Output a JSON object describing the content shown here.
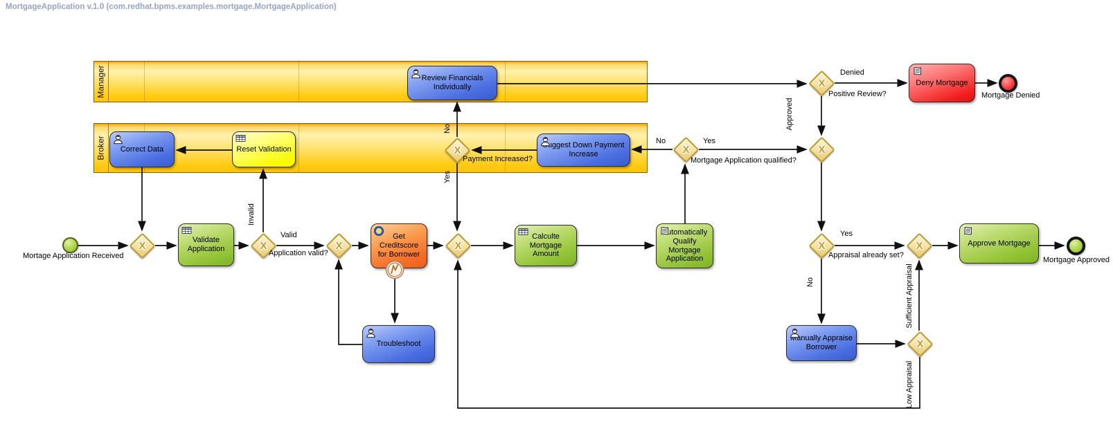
{
  "title": "MortgageApplication v.1.0 (com.redhat.bpms.examples.mortgage.MortgageApplication)",
  "lanes": {
    "manager": "Manager",
    "broker": "Broker"
  },
  "tasks": {
    "review_financials": "Review Financials Individually",
    "correct_data": "Correct Data",
    "reset_validation": "Reset Validation",
    "validate_application": "Validate Application",
    "get_creditscore": "Get Creditscore for Borrower",
    "troubleshoot": "Troubleshoot",
    "calculate_mortgage": "Calculte Mortgage Amount",
    "auto_qualify": "Automatically Qualify Mortgage Application",
    "suggest_down_payment": "Suggest Down Payment Increase",
    "deny_mortgage": "Deny Mortgage",
    "approve_mortgage": "Approve Mortgage",
    "manually_appraise": "Manually Appraise Borrower"
  },
  "events": {
    "start": "Mortage Application Received",
    "mortgage_denied": "Mortgage Denied",
    "mortgage_approved": "Mortgage Approved"
  },
  "gateways": {
    "application_valid": "Application valid?",
    "payment_increased": "Payment Increased?",
    "mortgage_qualified": "Mortgage Application qualified?",
    "positive_review": "Positive Review?",
    "appraisal_set": "Appraisal already set?"
  },
  "edge_labels": {
    "valid": "Valid",
    "invalid": "Invalid",
    "payment_no": "No",
    "payment_yes": "Yes",
    "qualified_no": "No",
    "qualified_yes": "Yes",
    "denied": "Denied",
    "approved": "Approved",
    "appraisal_yes": "Yes",
    "appraisal_no": "No",
    "sufficient_appraisal": "Sufficient Appraisal",
    "low_appraisal": "Low Appraisal"
  },
  "icons": {
    "exclusive_gateway_marker": "X"
  },
  "colors": {
    "task_blue": "#4a6ee0",
    "task_green": "#95c43a",
    "task_orange": "#f4702a",
    "task_red": "#f22222",
    "task_yellow": "#f8f800",
    "lane_gold": "#ffc60a",
    "gateway_gold": "#e8c86e",
    "title_text": "#95a4c6"
  }
}
